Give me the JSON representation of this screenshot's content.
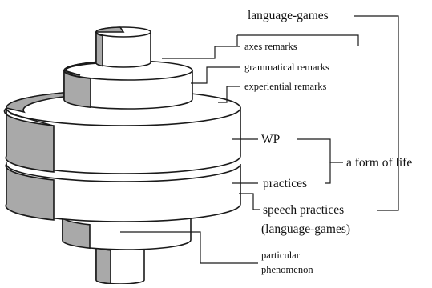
{
  "labels": {
    "language_games_top": "language-games",
    "axes_remarks": "axes remarks",
    "grammatical_remarks": "grammatical remarks",
    "experiential_remarks": "experiential remarks",
    "wp": "WP",
    "form_of_life": "a form of life",
    "practices": "practices",
    "speech_practices": "speech practices",
    "language_games_paren": "(language-games)",
    "particular": "particular",
    "phenomenon": "phenomenon"
  },
  "colors": {
    "shade": "#a9a9a9",
    "stroke": "#1a1a1a",
    "fill": "#ffffff"
  }
}
